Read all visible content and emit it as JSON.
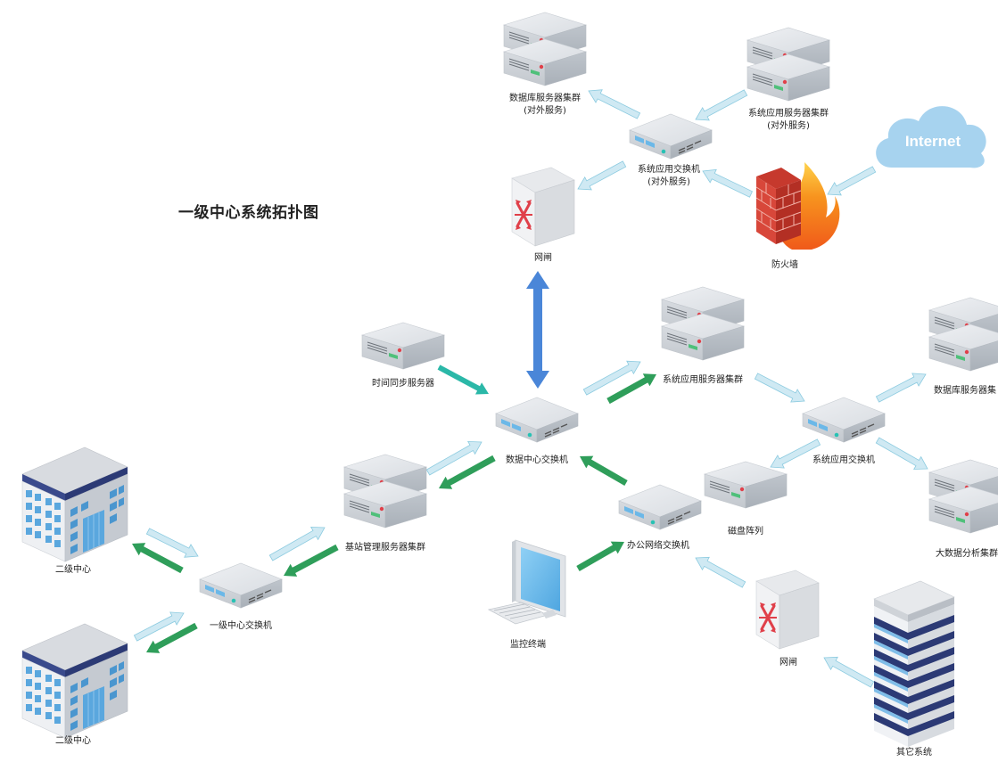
{
  "title": "一级中心系统拓扑图",
  "nodes": {
    "db_cluster_external": {
      "line1": "数据库服务器集群",
      "line2": "(对外服务)"
    },
    "app_server_cluster_external": {
      "line1": "系统应用服务器集群",
      "line2": "(对外服务)"
    },
    "internet": {
      "label": "Internet"
    },
    "app_switch_external": {
      "line1": "系统应用交换机",
      "line2": "(对外服务)"
    },
    "gateway_top": {
      "label": "网闸"
    },
    "firewall": {
      "label": "防火墙"
    },
    "time_sync_server": {
      "label": "时间同步服务器"
    },
    "app_server_cluster": {
      "label": "系统应用服务器集群"
    },
    "db_cluster_right": {
      "label": "数据库服务器集"
    },
    "datacenter_switch": {
      "label": "数据中心交换机"
    },
    "app_switch": {
      "label": "系统应用交换机"
    },
    "disk_array": {
      "label": "磁盘阵列"
    },
    "base_station_cluster": {
      "label": "基站管理服务器集群"
    },
    "office_switch": {
      "label": "办公网络交换机"
    },
    "bigdata_cluster": {
      "label": "大数据分析集群"
    },
    "secondary_center_1": {
      "label": "二级中心"
    },
    "level1_switch": {
      "label": "一级中心交换机"
    },
    "monitor_terminal": {
      "label": "监控终端"
    },
    "gateway_bottom": {
      "label": "网闸"
    },
    "secondary_center_2": {
      "label": "二级中心"
    },
    "other_system": {
      "label": "其它系统"
    }
  },
  "colors": {
    "light_arrow": "#cfe9f3",
    "light_arrow_stroke": "#8ccbe0",
    "green_arrow": "#2f9e5a",
    "teal_arrow": "#2bb8a8",
    "blue_arrow": "#4a86d8",
    "cloud": "#a7d3ef"
  }
}
